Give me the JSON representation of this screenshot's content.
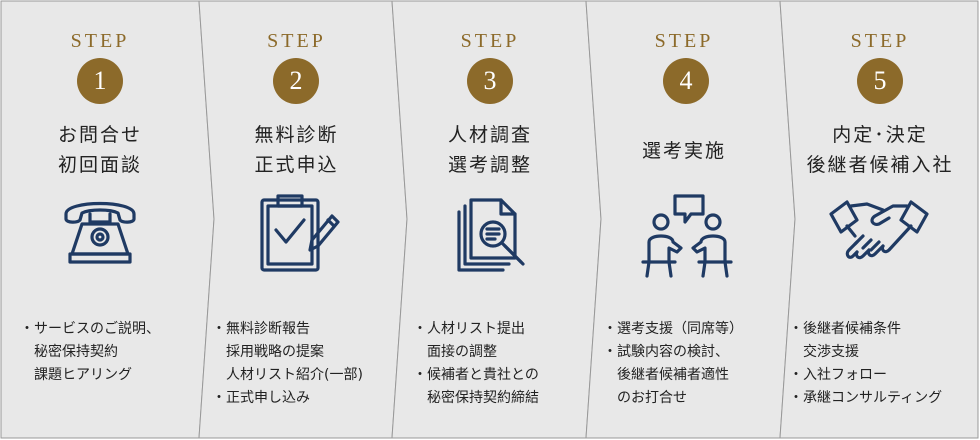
{
  "steps": [
    {
      "label": "STEP",
      "number": "1",
      "title_line1": "お問合せ",
      "title_line2": "初回面談",
      "icon": "telephone-icon",
      "items": [
        "・サービスのご説明、",
        "　秘密保持契約",
        "　課題ヒアリング",
        ""
      ]
    },
    {
      "label": "STEP",
      "number": "2",
      "title_line1": "無料診断",
      "title_line2": "正式申込",
      "icon": "clipboard-check-icon",
      "items": [
        "・無料診断報告",
        "　採用戦略の提案",
        "　人材リスト紹介(一部)",
        "・正式申し込み"
      ]
    },
    {
      "label": "STEP",
      "number": "3",
      "title_line1": "人材調査",
      "title_line2": "選考調整",
      "icon": "document-search-icon",
      "items": [
        "・人材リスト提出",
        "　面接の調整",
        "・候補者と貴社との",
        "　秘密保持契約締結"
      ]
    },
    {
      "label": "STEP",
      "number": "4",
      "title_line1": "選考実施",
      "title_line2": "",
      "icon": "interview-icon",
      "items": [
        "・選考支援（同席等）",
        "・試験内容の検討、",
        "　後継者候補者適性",
        "　のお打合せ"
      ]
    },
    {
      "label": "STEP",
      "number": "5",
      "title_line1": "内定･決定",
      "title_line2": "後継者候補入社",
      "icon": "handshake-icon",
      "items": [
        "・後継者候補条件",
        "　交渉支援",
        "・入社フォロー",
        "・承継コンサルティング"
      ]
    }
  ],
  "colors": {
    "gold": "#8c6a2a",
    "navy": "#1f3a63",
    "panel": "#e8e8e8"
  }
}
